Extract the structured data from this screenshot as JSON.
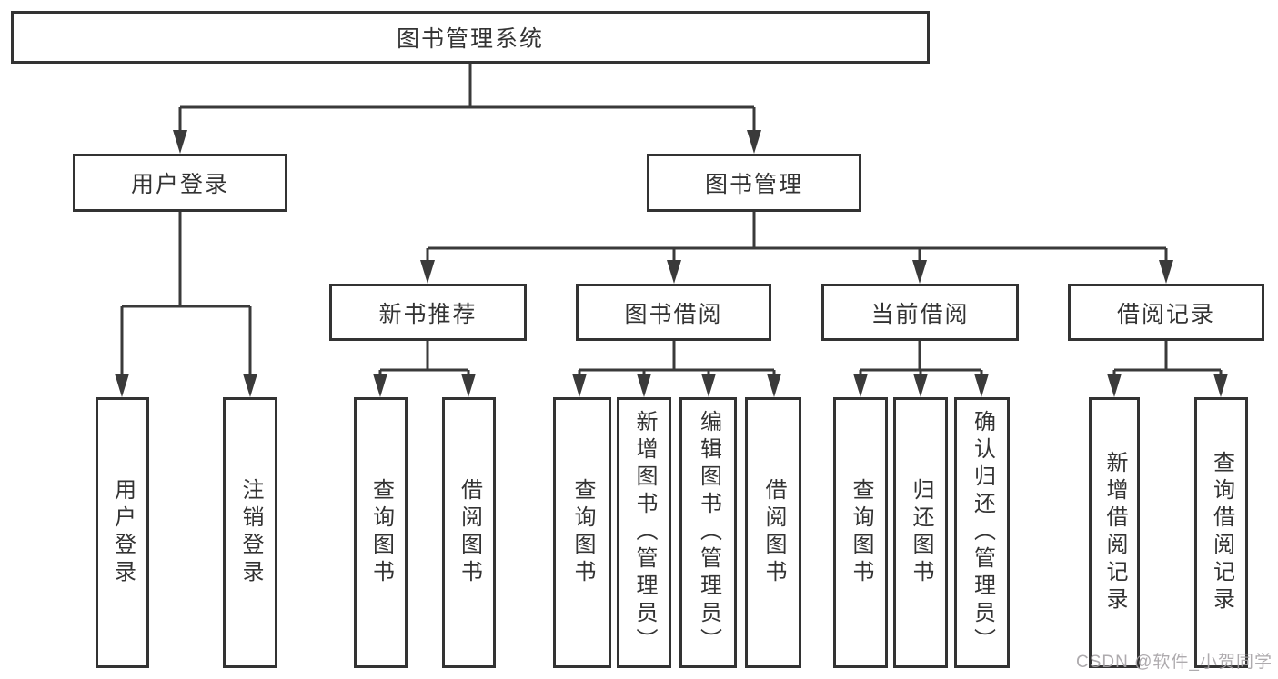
{
  "diagram": {
    "title": "图书管理系统",
    "nodes": {
      "root": "图书管理系统",
      "user_login": "用户登录",
      "book_mgmt": "图书管理",
      "new_book_rec": "新书推荐",
      "book_borrow": "图书借阅",
      "current_borrow": "当前借阅",
      "borrow_records": "借阅记录",
      "leaf_user_login": "用户登录",
      "leaf_logout": "注销登录",
      "leaf_nb_query": "查询图书",
      "leaf_nb_borrow": "借阅图书",
      "leaf_bb_query": "查询图书",
      "leaf_bb_add": "新增图书（管理员）",
      "leaf_bb_edit": "编辑图书（管理员）",
      "leaf_bb_borrow": "借阅图书",
      "leaf_cb_query": "查询图书",
      "leaf_cb_return": "归还图书",
      "leaf_cb_confirm": "确认归还（管理员）",
      "leaf_br_add": "新增借阅记录",
      "leaf_br_query": "查询借阅记录"
    },
    "watermark": "CSDN @软件_小贺同学",
    "colors": {
      "line": "#3a3a3a",
      "box_border": "#333333",
      "box_fill": "#ffffff",
      "text": "#333333",
      "watermark": "#a6a2a6"
    }
  }
}
